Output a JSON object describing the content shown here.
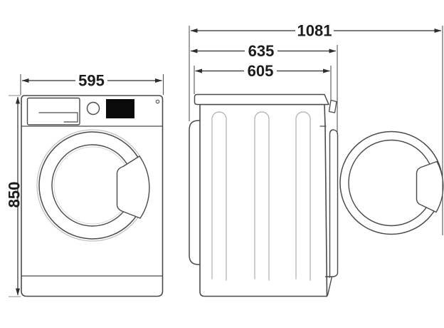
{
  "diagram": {
    "kind": "washing-machine-dimension-drawing",
    "views": {
      "front": {
        "name": "front view"
      },
      "side": {
        "name": "side view with door open"
      }
    },
    "dimensions": {
      "width_front": {
        "value": "595"
      },
      "height": {
        "value": "850"
      },
      "depth_door_open": {
        "value": "1081"
      },
      "depth_with_door": {
        "value": "635"
      },
      "depth_body": {
        "value": "605"
      }
    },
    "colors": {
      "outline": "#4a4a4a",
      "dimension": "#3a3a3a",
      "light_detail": "#bdbdbd",
      "display_fill": "#0a0a0a",
      "background": "#ffffff"
    }
  }
}
